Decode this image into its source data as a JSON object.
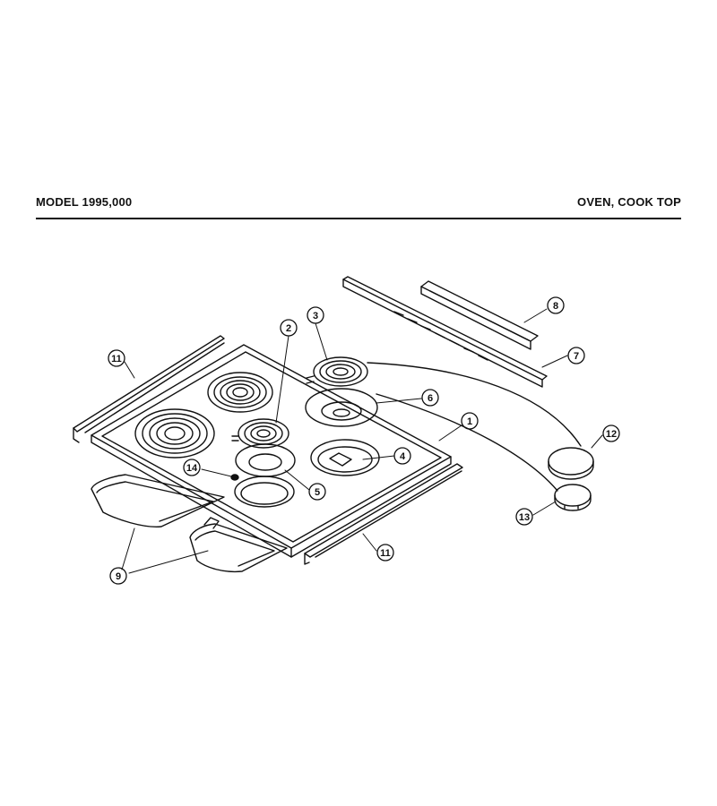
{
  "header": {
    "model": "MODEL 1995,000",
    "section": "OVEN, COOK TOP"
  },
  "callouts": [
    {
      "id": "1"
    },
    {
      "id": "2"
    },
    {
      "id": "3"
    },
    {
      "id": "4"
    },
    {
      "id": "5"
    },
    {
      "id": "6"
    },
    {
      "id": "7"
    },
    {
      "id": "8"
    },
    {
      "id": "9"
    },
    {
      "id": "11"
    },
    {
      "id": "11b",
      "label": "11"
    },
    {
      "id": "12"
    },
    {
      "id": "13"
    },
    {
      "id": "14"
    }
  ],
  "labels": {
    "c1": "1",
    "c2": "2",
    "c3": "3",
    "c4": "4",
    "c5": "5",
    "c6": "6",
    "c7": "7",
    "c8": "8",
    "c9": "9",
    "c11a": "11",
    "c11b": "11",
    "c12": "12",
    "c13": "13",
    "c14": "14"
  }
}
